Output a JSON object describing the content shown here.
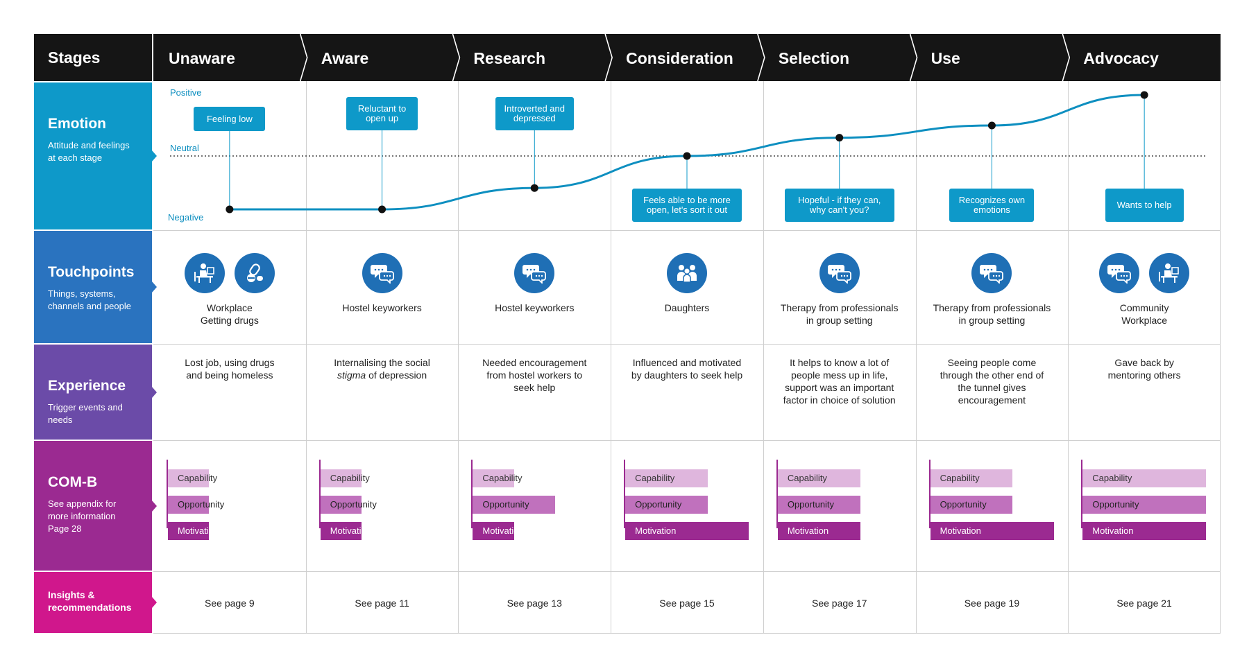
{
  "header": {
    "stages_label": "Stages",
    "stages": [
      "Unaware",
      "Aware",
      "Research",
      "Consideration",
      "Selection",
      "Use",
      "Advocacy"
    ]
  },
  "rows": {
    "emotion": {
      "title": "Emotion",
      "subtitle": "Attitude and feelings at each stage",
      "color": "#0e99c9"
    },
    "touchpoints": {
      "title": "Touchpoints",
      "subtitle": "Things, systems, channels and people",
      "color": "#2a73bf"
    },
    "experience": {
      "title": "Experience",
      "subtitle": "Trigger events and needs",
      "color": "#6b4ba8"
    },
    "comb": {
      "title": "COM-B",
      "subtitle": "See appendix for more information Page 28",
      "color": "#9b2a91"
    },
    "insights": {
      "title": "Insights & recommendations",
      "color": "#d0178c"
    }
  },
  "emotion": {
    "scale": {
      "positive": "Positive",
      "neutral": "Neutral",
      "negative": "Negative"
    },
    "levels": [
      -1,
      -1,
      -0.6,
      0,
      0.3,
      0.5,
      1
    ],
    "callouts": [
      "Feeling low",
      "Reluctant to open up",
      "Introverted and depressed",
      "Feels able to be more open, let's sort it out",
      "Hopeful - if they can, why can't you?",
      "Recognizes own emotions",
      "Wants to help"
    ],
    "line_color": "#0e8fc0"
  },
  "touchpoints": {
    "icons": [
      [
        "desk-worker-icon",
        "drugs-icon"
      ],
      [
        "speech-bubbles-icon"
      ],
      [
        "speech-bubbles-icon"
      ],
      [
        "family-group-icon"
      ],
      [
        "speech-bubbles-icon"
      ],
      [
        "speech-bubbles-icon"
      ],
      [
        "speech-bubbles-icon",
        "desk-worker-icon"
      ]
    ],
    "labels": [
      [
        "Workplace",
        "Getting drugs"
      ],
      [
        "Hostel keyworkers"
      ],
      [
        "Hostel keyworkers"
      ],
      [
        "Daughters"
      ],
      [
        "Therapy from professionals",
        "in group setting"
      ],
      [
        "Therapy from professionals",
        "in group setting"
      ],
      [
        "Community",
        "Workplace"
      ]
    ]
  },
  "experience": {
    "lines": [
      [
        "Lost job, using drugs",
        "and being homeless"
      ],
      [
        "Internalising the social",
        "stigma of depression"
      ],
      [
        "Needed encouragement",
        "from hostel workers to",
        "seek help"
      ],
      [
        "Influenced and motivated",
        "by daughters to seek help"
      ],
      [
        "It helps to know a lot of",
        "people mess up in life,",
        "support was an important",
        "factor in choice of solution"
      ],
      [
        "Seeing people come",
        "through the other end of",
        "the tunnel gives",
        "encouragement"
      ],
      [
        "Gave back by",
        "mentoring others"
      ]
    ]
  },
  "comb": {
    "labels": {
      "capability": "Capability",
      "opportunity": "Opportunity",
      "motivation": "Motivation"
    },
    "values": [
      {
        "capability": 1,
        "opportunity": 1,
        "motivation": 1
      },
      {
        "capability": 1,
        "opportunity": 1,
        "motivation": 1
      },
      {
        "capability": 1,
        "opportunity": 2,
        "motivation": 1
      },
      {
        "capability": 2,
        "opportunity": 2,
        "motivation": 3
      },
      {
        "capability": 2,
        "opportunity": 2,
        "motivation": 2
      },
      {
        "capability": 2,
        "opportunity": 2,
        "motivation": 3
      },
      {
        "capability": 3,
        "opportunity": 3,
        "motivation": 3
      }
    ],
    "scale_max": 3
  },
  "insights": {
    "pages": [
      "See page 9",
      "See page 11",
      "See page 13",
      "See page 15",
      "See page 17",
      "See page 19",
      "See page 21"
    ]
  }
}
